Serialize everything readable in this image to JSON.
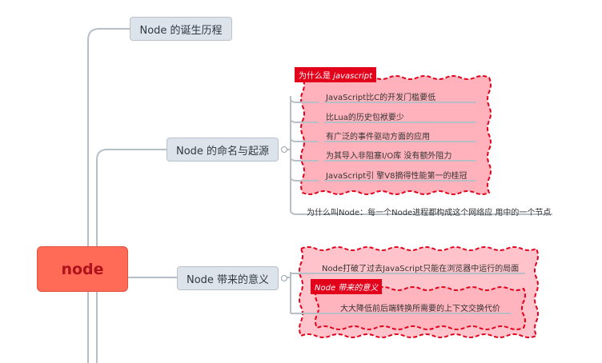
{
  "root": {
    "label": "node"
  },
  "branches": [
    {
      "label": "Node 的诞生历程"
    },
    {
      "label": "Node 的命名与起源",
      "group_tag": {
        "prefix": "为什么是",
        "emph": "javascript"
      },
      "items": [
        "JavaScript比C的开发门槛要低",
        "比Lua的历史包袱要少",
        "有广泛的事件驱动方面的应用",
        "为其导入非阻塞I/O库 没有额外阻力",
        "JavaScript引 擎V8摘得性能第一的桂冠"
      ],
      "extra": "为什么叫Node：每一个Node进程都构成这个网络应 用中的一个节点"
    },
    {
      "label": "Node 带来的意义",
      "items": [
        "Node打破了过去JavaScript只能在浏览器中运行的局面"
      ],
      "sub_tag": {
        "label": "Node 带来的意义"
      },
      "sub_items": [
        "大大降低前后端转换所需要的上下文交换代价"
      ]
    }
  ],
  "colors": {
    "boundary_fill": "#ffaab5",
    "boundary_stroke": "#e3001b",
    "line": "#b8bec6"
  }
}
